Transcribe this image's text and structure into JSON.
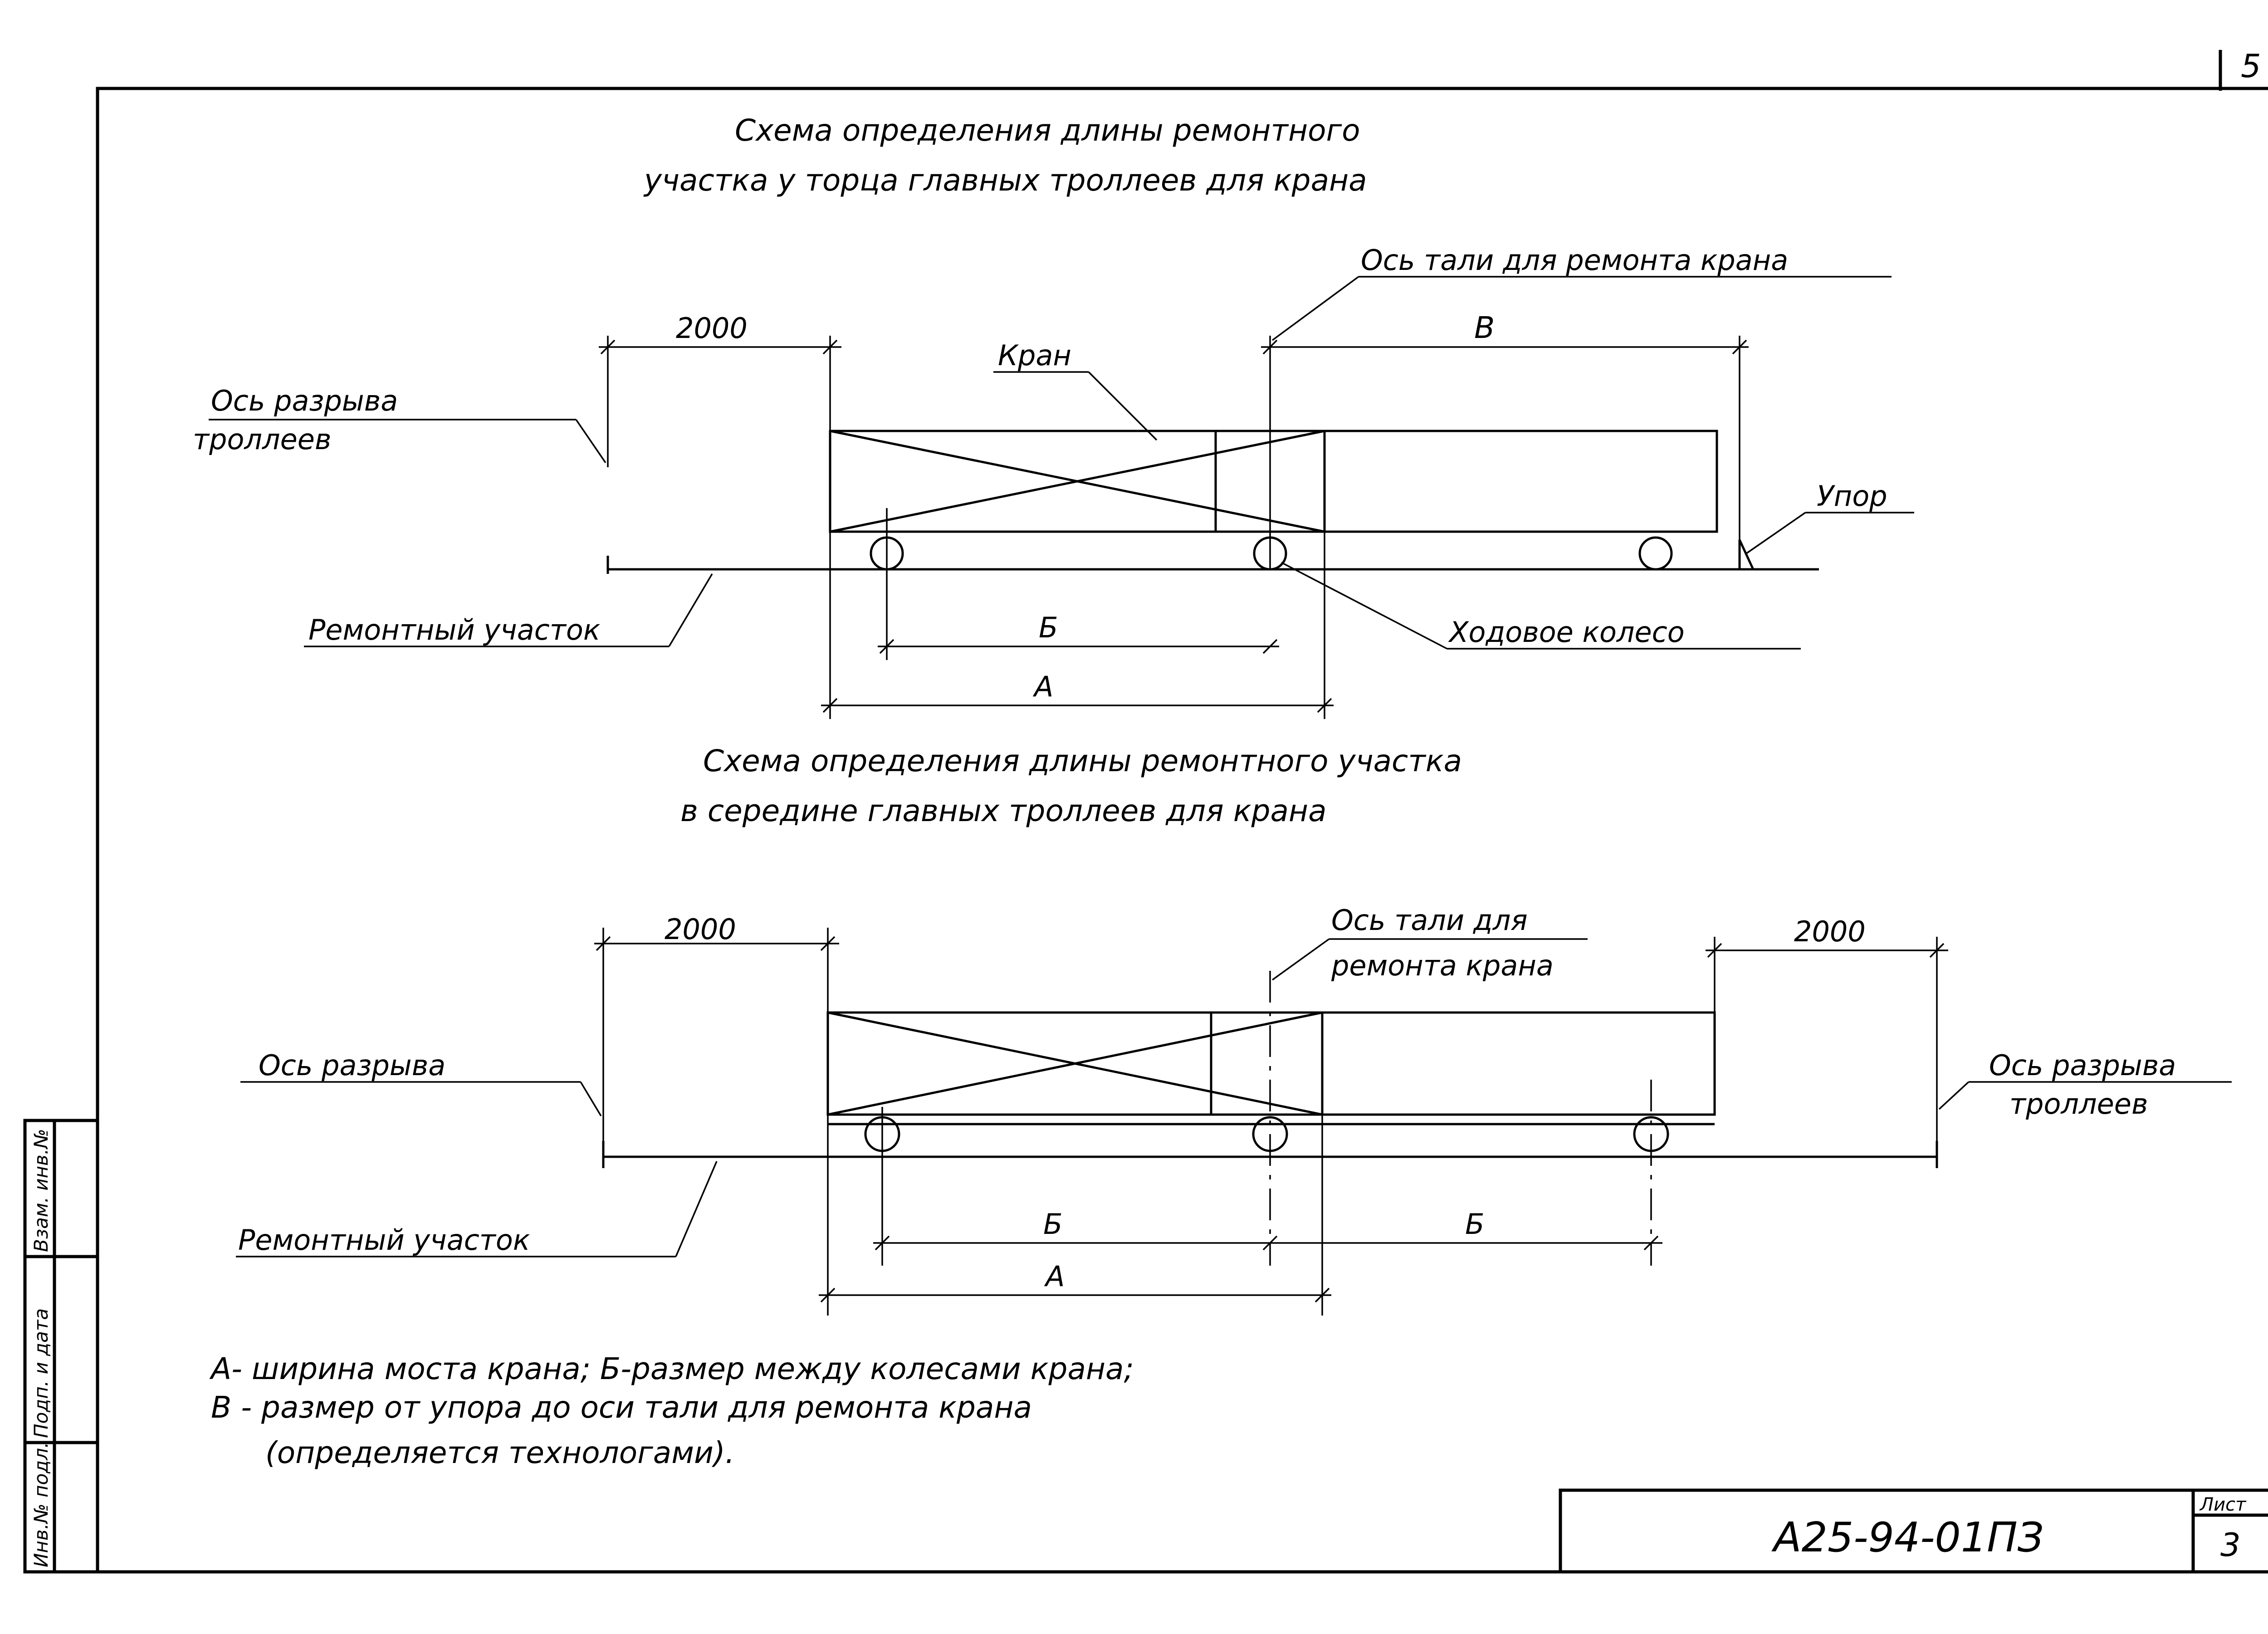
{
  "page_number": "5",
  "diagram1": {
    "title_line1": "Схема определения длины ремонтного",
    "title_line2": "участка у торца главных троллеев для крана",
    "hoist_axis_label": "Ось тали для ремонта крана",
    "dim_2000": "2000",
    "dim_B": "В",
    "crane_label": "Кран",
    "break_axis_line1": "Ось разрыва",
    "break_axis_line2": "троллеев",
    "stop_label": "Упор",
    "repair_section_label": "Ремонтный участок",
    "wheel_label": "Ходовое колесо",
    "dim_B_small": "Б",
    "dim_A": "А"
  },
  "diagram2": {
    "title_line1": "Схема определения длины ремонтного участка",
    "title_line2": "в середине главных троллеев для крана",
    "dim_2000_left": "2000",
    "dim_2000_right": "2000",
    "hoist_axis_line1": "Ось тали для",
    "hoist_axis_line2": "ремонта крана",
    "break_axis_left": "Ось разрыва",
    "break_axis_right_line1": "Ось разрыва",
    "break_axis_right_line2": "троллеев",
    "repair_section_label": "Ремонтный участок",
    "dim_B_small_1": "Б",
    "dim_B_small_2": "Б",
    "dim_A": "А"
  },
  "legend": {
    "line1": "А- ширина моста крана; Б-размер между колесами крана;",
    "line2": "В - размер от упора до оси тали для ремонта крана",
    "line3": "(определяется технологами)."
  },
  "title_block": {
    "doc_code": "А25-94-01ПЗ",
    "sheet_label": "Лист",
    "sheet_number": "3"
  },
  "side_stamp": {
    "col1": "Инв.№ подл.",
    "col2": "Подп. и дата",
    "col3": "Взам. инв.№"
  }
}
